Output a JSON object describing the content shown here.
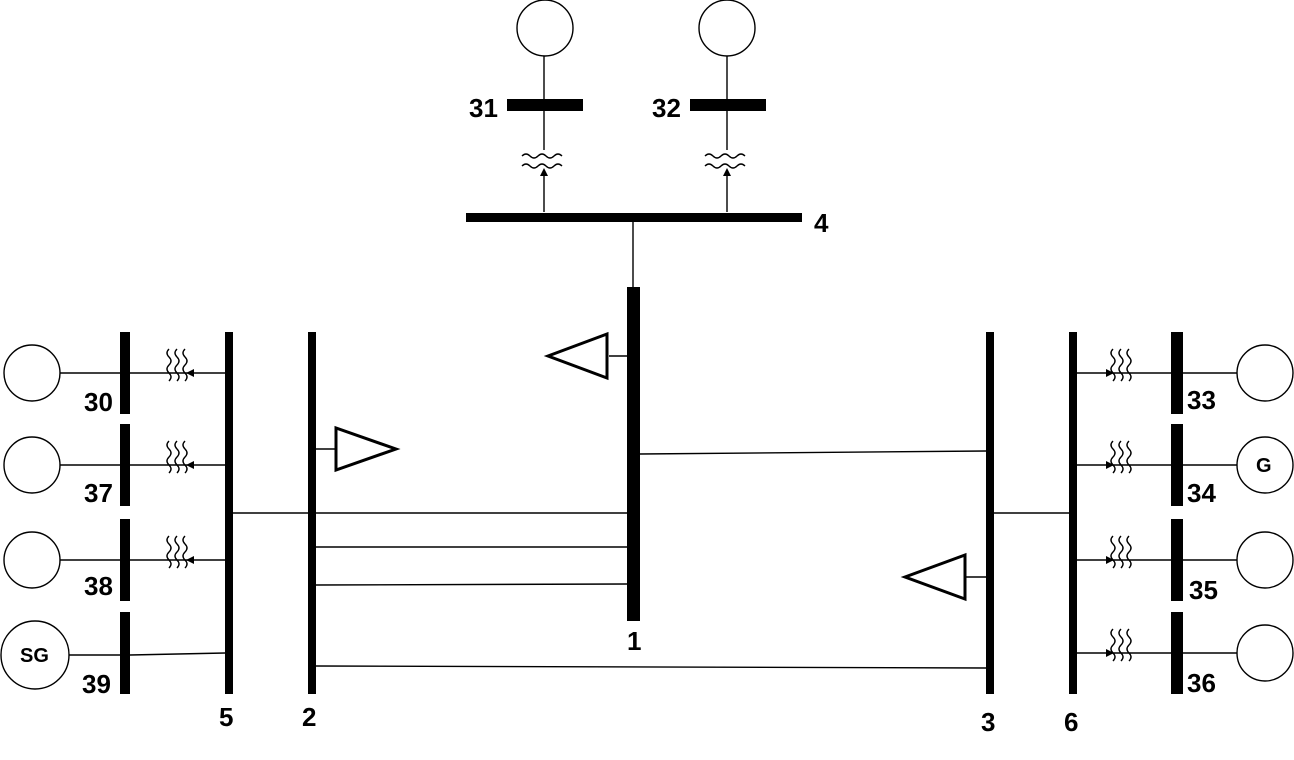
{
  "buses": {
    "b1": "1",
    "b2": "2",
    "b3": "3",
    "b4": "4",
    "b5": "5",
    "b6": "6",
    "b30": "30",
    "b31": "31",
    "b32": "32",
    "b33": "33",
    "b34": "34",
    "b35": "35",
    "b36": "36",
    "b37": "37",
    "b38": "38",
    "b39": "39"
  },
  "generators": {
    "g34": "G",
    "g39": "SG"
  }
}
